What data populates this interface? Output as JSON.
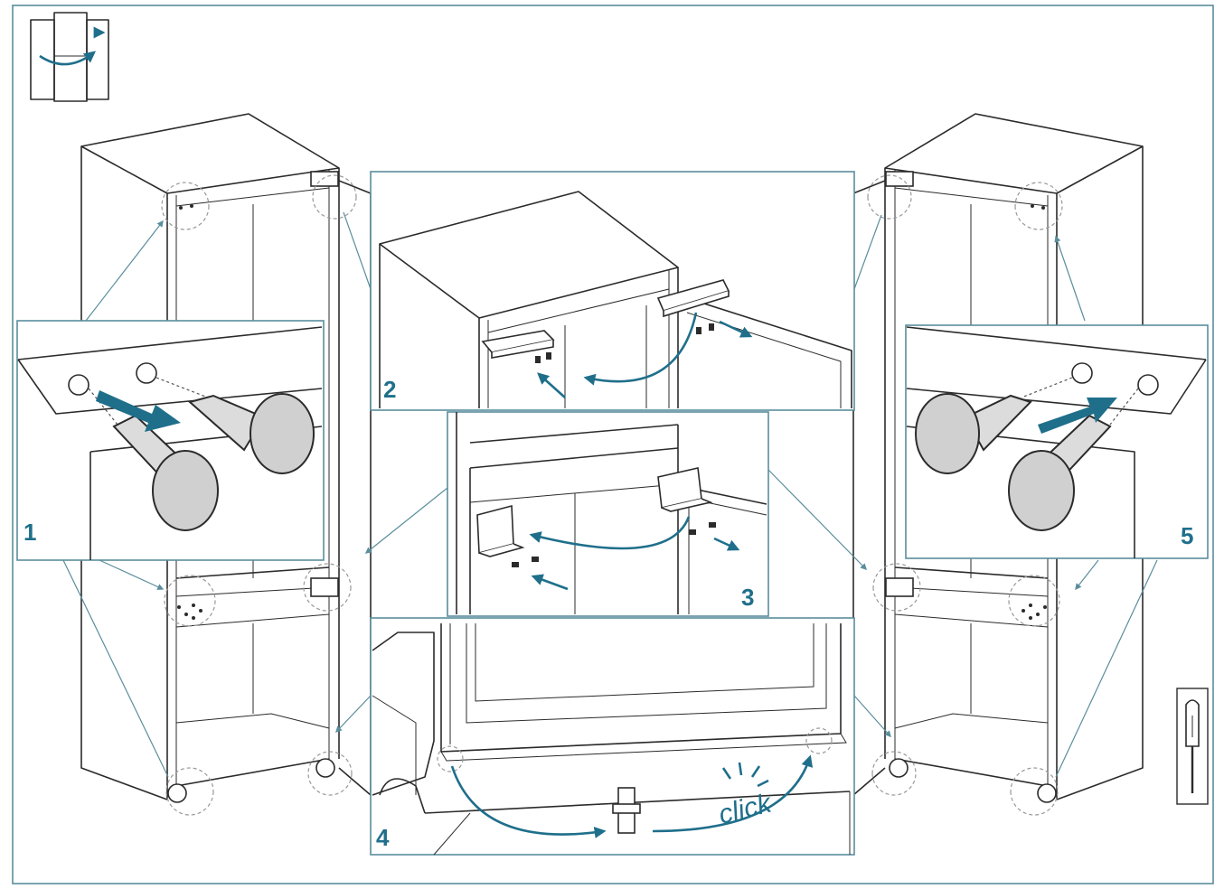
{
  "steps": [
    {
      "number": "1"
    },
    {
      "number": "2"
    },
    {
      "number": "3"
    },
    {
      "number": "4"
    },
    {
      "number": "5"
    }
  ],
  "annotations": {
    "click_label": "click"
  },
  "colors": {
    "accent": "#1f6f8b",
    "frame": "#5a8e9c",
    "line": "#2b2b2b",
    "plug_fill": "#d0d0d0"
  },
  "icons": {
    "top_left": "fridge-door-reverse-icon",
    "tool": "screwdriver-icon"
  }
}
